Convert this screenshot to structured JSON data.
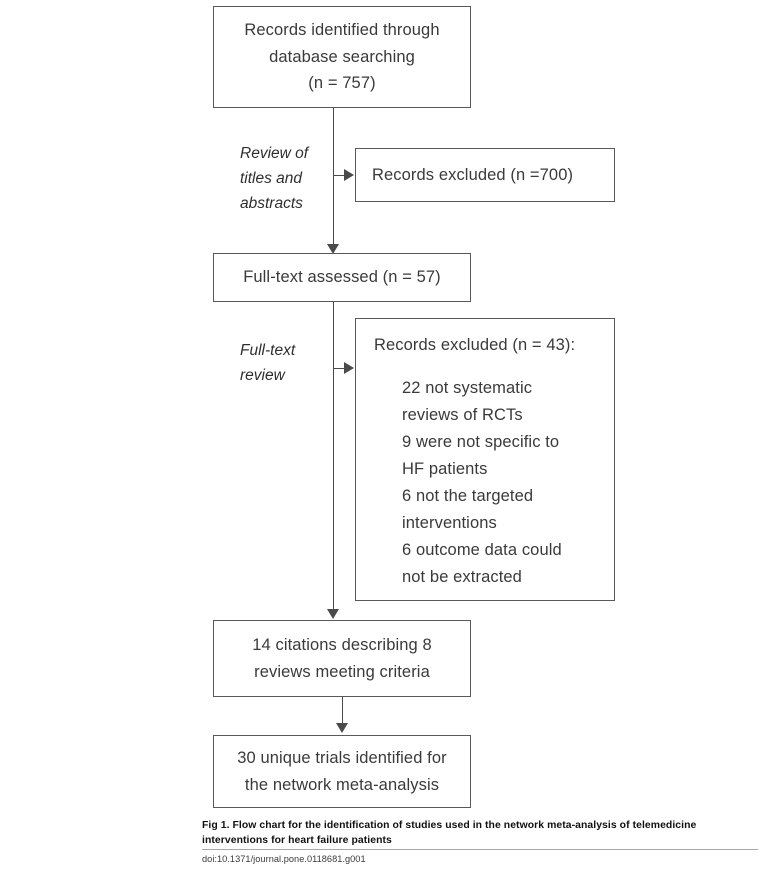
{
  "figure": {
    "boxes": {
      "records_identified": {
        "line1": "Records identified through",
        "line2": "database searching",
        "line3": "(n = 757)"
      },
      "records_excluded_screening": {
        "text": "Records excluded (n =700)"
      },
      "fulltext_assessed": {
        "text": "Full-text assessed (n = 57)"
      },
      "records_excluded_fulltext": {
        "header": "Records excluded (n = 43):",
        "reasons": [
          "22 not systematic",
          "reviews of RCTs",
          "9 were not specific to",
          "HF patients",
          "6 not the targeted",
          "interventions",
          "6 outcome data could",
          "not be extracted"
        ]
      },
      "citations_describing": {
        "line1": "14 citations describing 8",
        "line2": "reviews meeting criteria"
      },
      "unique_trials": {
        "line1": "30 unique trials identified for",
        "line2": "the network meta-analysis"
      }
    },
    "side_labels": {
      "screening": {
        "line1": "Review of",
        "line2": "titles and",
        "line3": "abstracts"
      },
      "eligibility": {
        "line1": "Full-text",
        "line2": "review"
      }
    },
    "caption": {
      "line1": "Fig 1. Flow chart for the identification of studies used in the network meta-analysis of telemedicine",
      "line2": "interventions for heart failure patients"
    },
    "doi": "doi:10.1371/journal.pone.0118681.g001",
    "colors": {
      "box_border": "#595959",
      "connector": "#4a4a4a",
      "text": "#3a3a3a",
      "background": "#ffffff"
    }
  }
}
